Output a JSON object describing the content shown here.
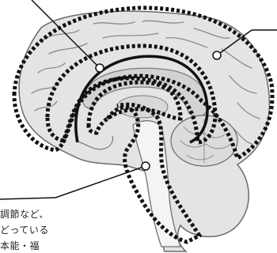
{
  "figure": {
    "caption_lines": [
      "調節など、",
      "どっている",
      "本能・福"
    ]
  },
  "colors": {
    "outline": "#111111",
    "brain_fill": "#e4e4e4",
    "brain_shade": "#c8c8c8",
    "brainstem_fill": "#f4f4f4"
  }
}
